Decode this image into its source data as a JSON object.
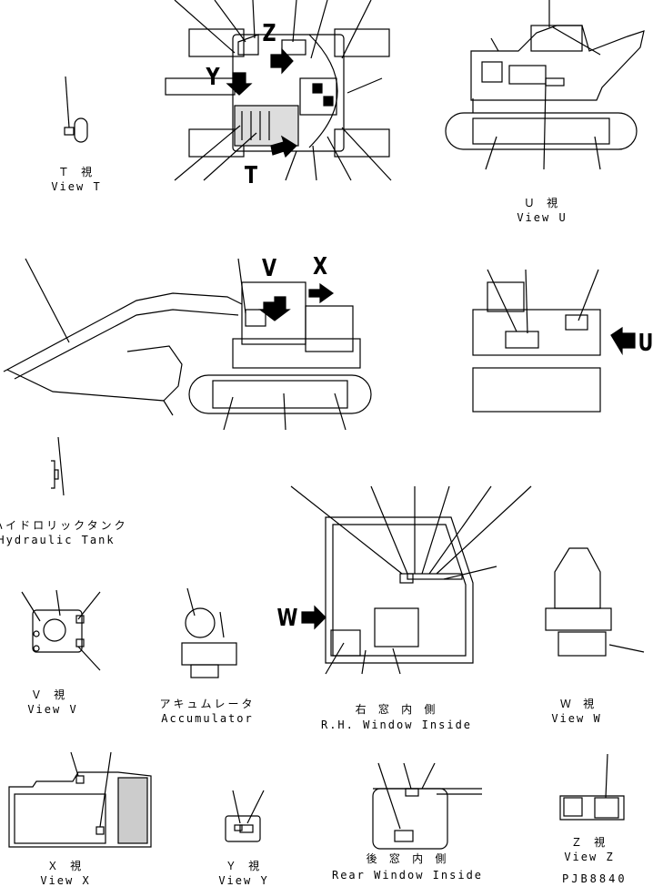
{
  "views": {
    "t": {
      "jp": "Ｔ 視",
      "en": "View T"
    },
    "u": {
      "jp": "Ｕ 視",
      "en": "View U"
    },
    "v": {
      "jp": "Ｖ 視",
      "en": "View V"
    },
    "w": {
      "jp": "Ｗ 視",
      "en": "View W"
    },
    "x": {
      "jp": "Ｘ 視",
      "en": "View X"
    },
    "y": {
      "jp": "Ｙ 視",
      "en": "View Y"
    },
    "z": {
      "jp": "Ｚ 視",
      "en": "View Z"
    }
  },
  "parts": {
    "hydraulic_tank": {
      "jp": "ハイドロリックタンク",
      "en": "Hydraulic Tank"
    },
    "accumulator": {
      "jp": "アキュムレータ",
      "en": "Accumulator"
    },
    "rh_window": {
      "jp": "右 窓 内 側",
      "en": "R.H. Window Inside"
    },
    "rear_window": {
      "jp": "後 窓 内 側",
      "en": "Rear Window Inside"
    }
  },
  "arrow_letters": {
    "z": "Z",
    "y": "Y",
    "t": "T",
    "v": "V",
    "x": "X",
    "u": "U",
    "w": "W"
  },
  "doc_id": "PJB8840"
}
